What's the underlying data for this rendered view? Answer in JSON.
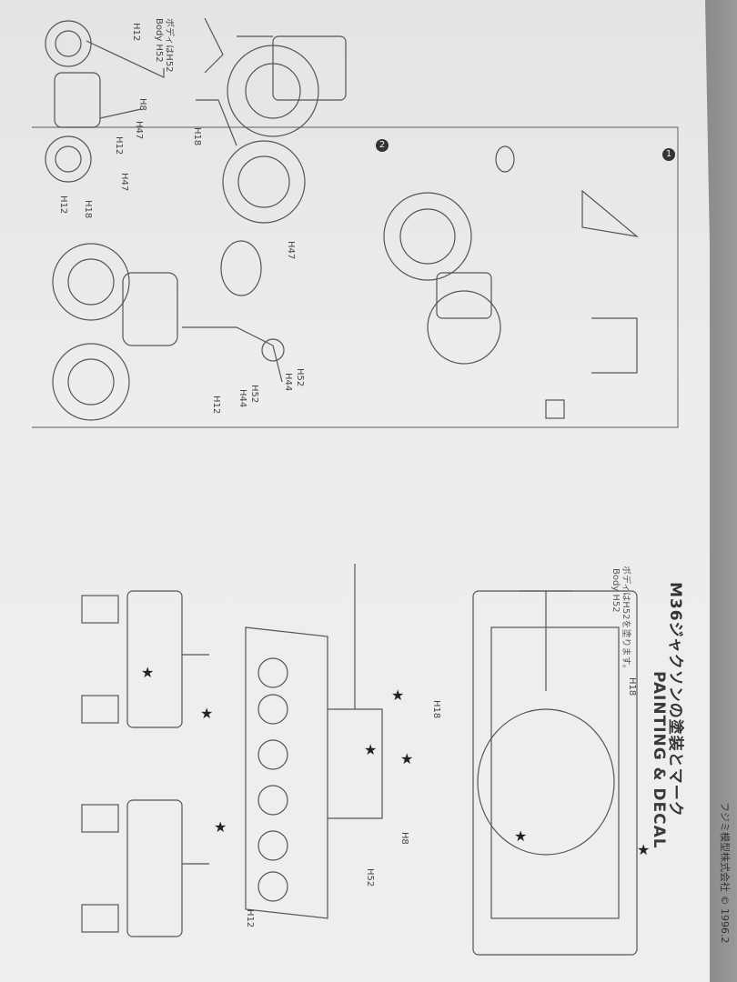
{
  "sheet": {
    "title_jp": "M36ジャクソンの塗装とマーク",
    "title_en": "PAINTING & DECAL",
    "body_note_jp": "ボディはH52を塗ります。",
    "body_note_en": "Body H52",
    "copyright": "フジミ模型株式会社 © 1996.2"
  },
  "steps": [
    "1",
    "2"
  ],
  "motorcycle_labels": {
    "body_note_jp": "ボディはH52",
    "body_note_en": "Body H52",
    "h12": "H12",
    "h8": "H8",
    "h47": "H47",
    "h18": "H18",
    "h44": "H44",
    "h52": "H52"
  },
  "tank_labels": {
    "h18": "H18",
    "h12": "H12",
    "h52": "H52",
    "h8": "H8"
  },
  "colors": {
    "paper": "#ececed",
    "ink": "#333333",
    "background": "#3a3a3a"
  }
}
